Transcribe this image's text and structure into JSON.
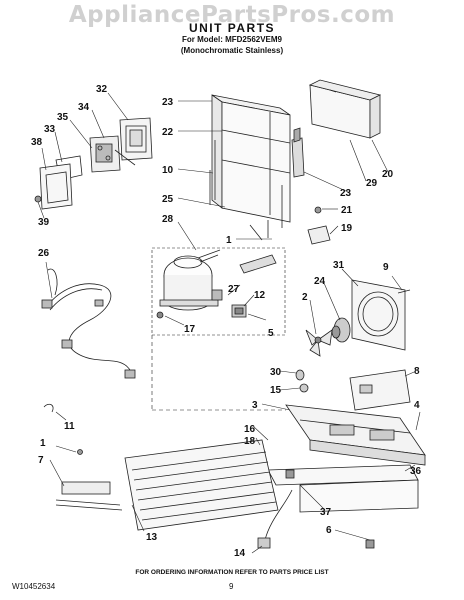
{
  "watermark": "AppliancePartsPros.com",
  "title": "UNIT PARTS",
  "model_line": "For Model: MFD2562VEM9",
  "finish_line": "(Monochromatic Stainless)",
  "footer_note": "FOR ORDERING INFORMATION REFER TO PARTS PRICE LIST",
  "doc_number": "W10452634",
  "page_number": "9",
  "callouts": [
    {
      "id": "32",
      "label": "32"
    },
    {
      "id": "34",
      "label": "34"
    },
    {
      "id": "35",
      "label": "35"
    },
    {
      "id": "33",
      "label": "33"
    },
    {
      "id": "38",
      "label": "38"
    },
    {
      "id": "39",
      "label": "39"
    },
    {
      "id": "23a",
      "label": "23"
    },
    {
      "id": "22",
      "label": "22"
    },
    {
      "id": "10",
      "label": "10"
    },
    {
      "id": "25",
      "label": "25"
    },
    {
      "id": "28",
      "label": "28"
    },
    {
      "id": "1a",
      "label": "1"
    },
    {
      "id": "26",
      "label": "26"
    },
    {
      "id": "31",
      "label": "31"
    },
    {
      "id": "24",
      "label": "24"
    },
    {
      "id": "9",
      "label": "9"
    },
    {
      "id": "27",
      "label": "27"
    },
    {
      "id": "12",
      "label": "12"
    },
    {
      "id": "2",
      "label": "2"
    },
    {
      "id": "17",
      "label": "17"
    },
    {
      "id": "5",
      "label": "5"
    },
    {
      "id": "20",
      "label": "20"
    },
    {
      "id": "29",
      "label": "29"
    },
    {
      "id": "23b",
      "label": "23"
    },
    {
      "id": "21",
      "label": "21"
    },
    {
      "id": "19",
      "label": "19"
    },
    {
      "id": "30",
      "label": "30"
    },
    {
      "id": "8",
      "label": "8"
    },
    {
      "id": "15",
      "label": "15"
    },
    {
      "id": "3",
      "label": "3"
    },
    {
      "id": "4",
      "label": "4"
    },
    {
      "id": "11",
      "label": "11"
    },
    {
      "id": "16",
      "label": "16"
    },
    {
      "id": "18",
      "label": "18"
    },
    {
      "id": "1b",
      "label": "1"
    },
    {
      "id": "7",
      "label": "7"
    },
    {
      "id": "36",
      "label": "36"
    },
    {
      "id": "37",
      "label": "37"
    },
    {
      "id": "6",
      "label": "6"
    },
    {
      "id": "13",
      "label": "13"
    },
    {
      "id": "14",
      "label": "14"
    }
  ]
}
